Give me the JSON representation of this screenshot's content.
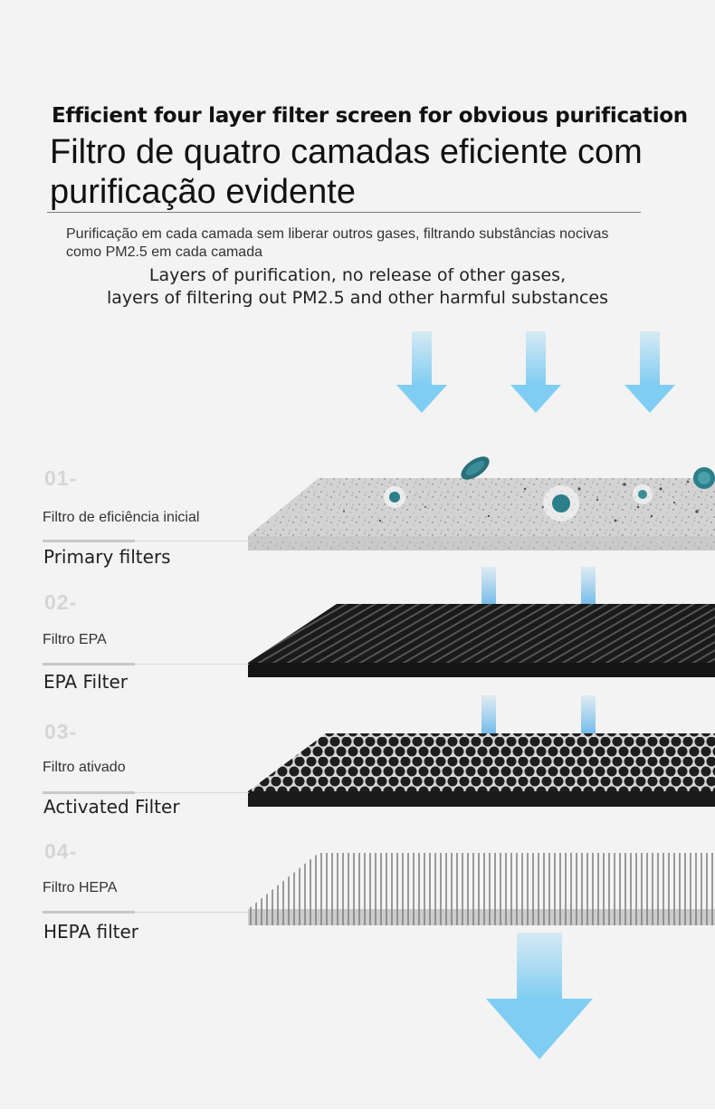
{
  "header": {
    "title_en": "Efficient four layer filter screen for obvious purification",
    "title_pt": "Filtro de quatro camadas eficiente com purificação evidente",
    "subtitle_pt": "Purificação em cada camada sem liberar outros gases, filtrando substâncias nocivas como PM2.5 em cada camada",
    "subtitle_en_line1": "Layers of purification, no release of other gases,",
    "subtitle_en_line2": "layers of filtering out PM2.5 and other harmful substances"
  },
  "layers": [
    {
      "number": "01-",
      "label_pt": "Filtro de eficiência inicial",
      "label_en": "Primary filters"
    },
    {
      "number": "02-",
      "label_pt": "Filtro EPA",
      "label_en": "EPA Filter"
    },
    {
      "number": "03-",
      "label_pt": "Filtro ativado",
      "label_en": "Activated Filter"
    },
    {
      "number": "04-",
      "label_pt": "Filtro HEPA",
      "label_en": "HEPA filter"
    }
  ],
  "icons": [
    "airflow-arrow-icon",
    "bacteria-icon",
    "dust-particle-icon"
  ],
  "colors": {
    "background": "#f3f3f3",
    "arrow": "#7fcdf2",
    "primary_filter": "#cfcfcf",
    "epa_filter": "#1c1c1c",
    "activated_filter": "#222222",
    "hepa_filter": "#e6e6e6",
    "bacteria": "#2a7f8a"
  }
}
